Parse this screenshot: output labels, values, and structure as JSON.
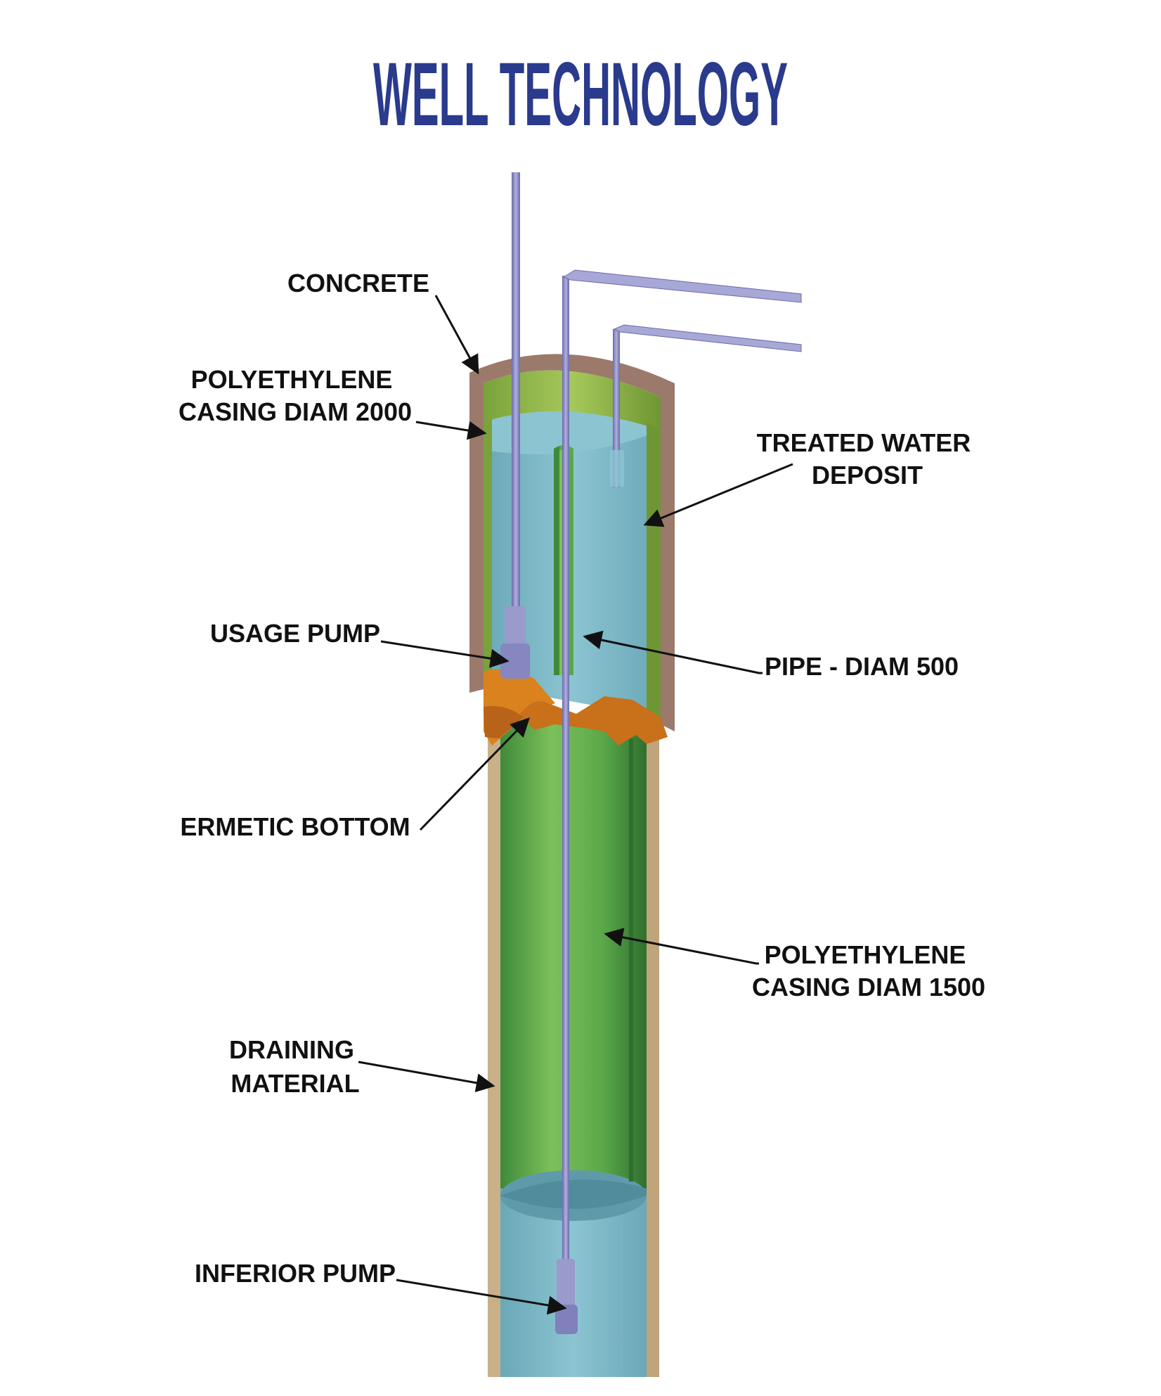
{
  "title": "WELL TECHNOLOGY",
  "colors": {
    "title": "#2a3a8c",
    "label": "#111111",
    "concrete": "#9b7a6c",
    "outer_casing_green": "#8fb84a",
    "water": "#7fb8c8",
    "inner_casing_green": "#5aa84a",
    "draining_material": "#d9c6a0",
    "ermetic_bottom": "#d9821e",
    "pipe": "#8f8fc8"
  },
  "labels": {
    "concrete": [
      "CONCRETE"
    ],
    "casing_2000": [
      "POLYETHYLENE",
      "CASING DIAM 2000"
    ],
    "treated_water": [
      "TREATED WATER",
      "DEPOSIT"
    ],
    "usage_pump": [
      "USAGE PUMP"
    ],
    "pipe_500": [
      "PIPE - DIAM 500"
    ],
    "ermetic_bottom": [
      "ERMETIC BOTTOM"
    ],
    "casing_1500": [
      "POLYETHYLENE",
      "CASING DIAM 1500"
    ],
    "draining_material": [
      "DRAINING",
      "MATERIAL"
    ],
    "inferior_pump": [
      "INFERIOR PUMP"
    ]
  }
}
